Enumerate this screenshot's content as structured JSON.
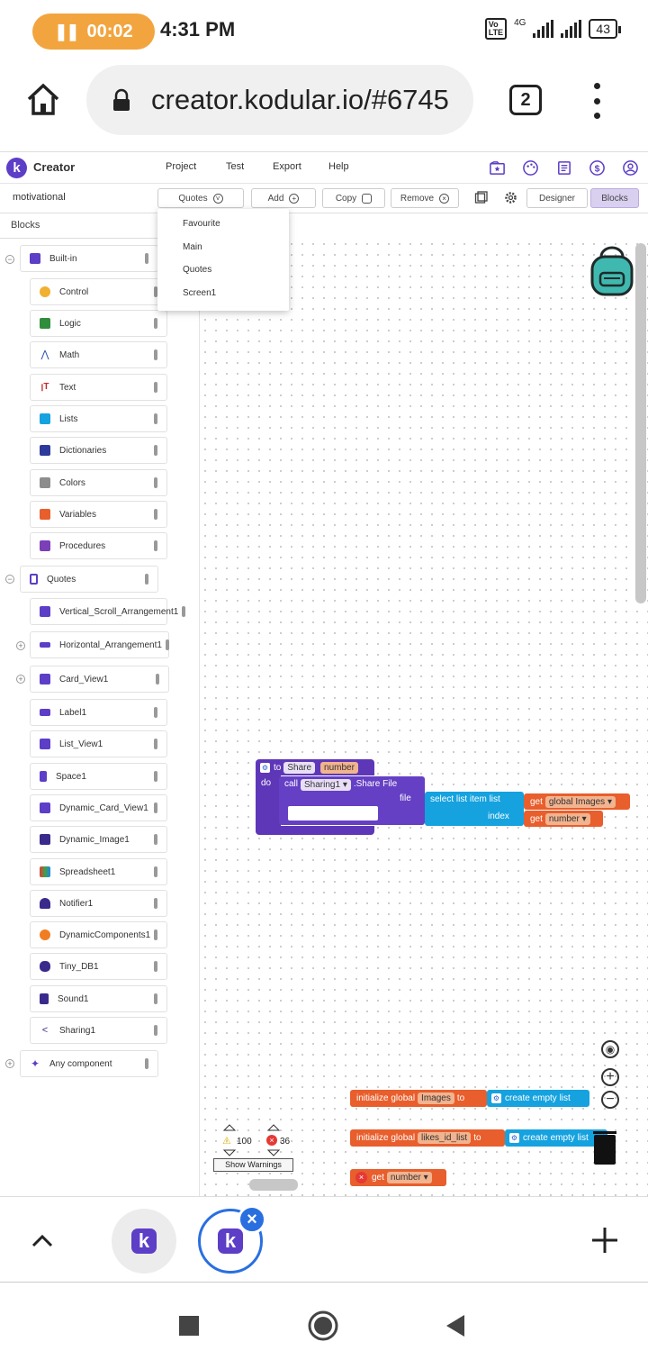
{
  "status_bar": {
    "recording_time": "00:02",
    "clock": "4:31 PM",
    "network": "4G",
    "volte": "Vo\nLTE",
    "battery": "43"
  },
  "browser": {
    "url": "creator.kodular.io/#6745",
    "tab_count": "2"
  },
  "kodular_nav": {
    "brand": "Creator",
    "menu": [
      "Project",
      "Test",
      "Export",
      "Help"
    ]
  },
  "toolbar": {
    "project_name": "motivational",
    "screen_select": "Quotes",
    "add_label": "Add",
    "copy_label": "Copy",
    "remove_label": "Remove",
    "designer_label": "Designer",
    "blocks_label": "Blocks"
  },
  "screen_dropdown": {
    "options": [
      "Favourite",
      "Main",
      "Quotes",
      "Screen1"
    ]
  },
  "blocks_panel": {
    "header": "Blocks",
    "builtin": {
      "label": "Built-in",
      "items": [
        "Control",
        "Logic",
        "Math",
        "Text",
        "Lists",
        "Dictionaries",
        "Colors",
        "Variables",
        "Procedures"
      ]
    },
    "screen": {
      "label": "Quotes",
      "items": [
        "Vertical_Scroll_Arrangement1",
        "Horizontal_Arrangement1",
        "Card_View1",
        "Label1",
        "List_View1",
        "Space1",
        "Dynamic_Card_View1",
        "Dynamic_Image1",
        "Spreadsheet1",
        "Notifier1",
        "DynamicComponents1",
        "Tiny_DB1",
        "Sound1",
        "Sharing1"
      ]
    },
    "any_component": "Any component"
  },
  "workspace": {
    "procedure": {
      "to": "to",
      "name": "Share",
      "param": "number",
      "do": "do",
      "call": "call",
      "component": "Sharing1 ▾",
      "method": ".Share File",
      "file": "file",
      "select": "select list item  list",
      "index": "index",
      "get": "get",
      "get_list": "global Images ▾",
      "get_index": "number ▾"
    },
    "init1": {
      "text": "initialize global",
      "var": "Images",
      "to": "to",
      "value": "create empty list"
    },
    "init2": {
      "text": "initialize global",
      "var": "likes_id_list",
      "to": "to",
      "value": "create empty list"
    },
    "stray_get": {
      "get": "get",
      "var": "number ▾"
    },
    "warnings": {
      "count": "100",
      "errors": "36",
      "button": "Show Warnings"
    }
  },
  "colors": {
    "brand": "#5c3ec7",
    "procedure": "#5e37b8",
    "lists": "#15a2df",
    "variables": "#e85e2c",
    "backpack": "#3fb9b0"
  }
}
